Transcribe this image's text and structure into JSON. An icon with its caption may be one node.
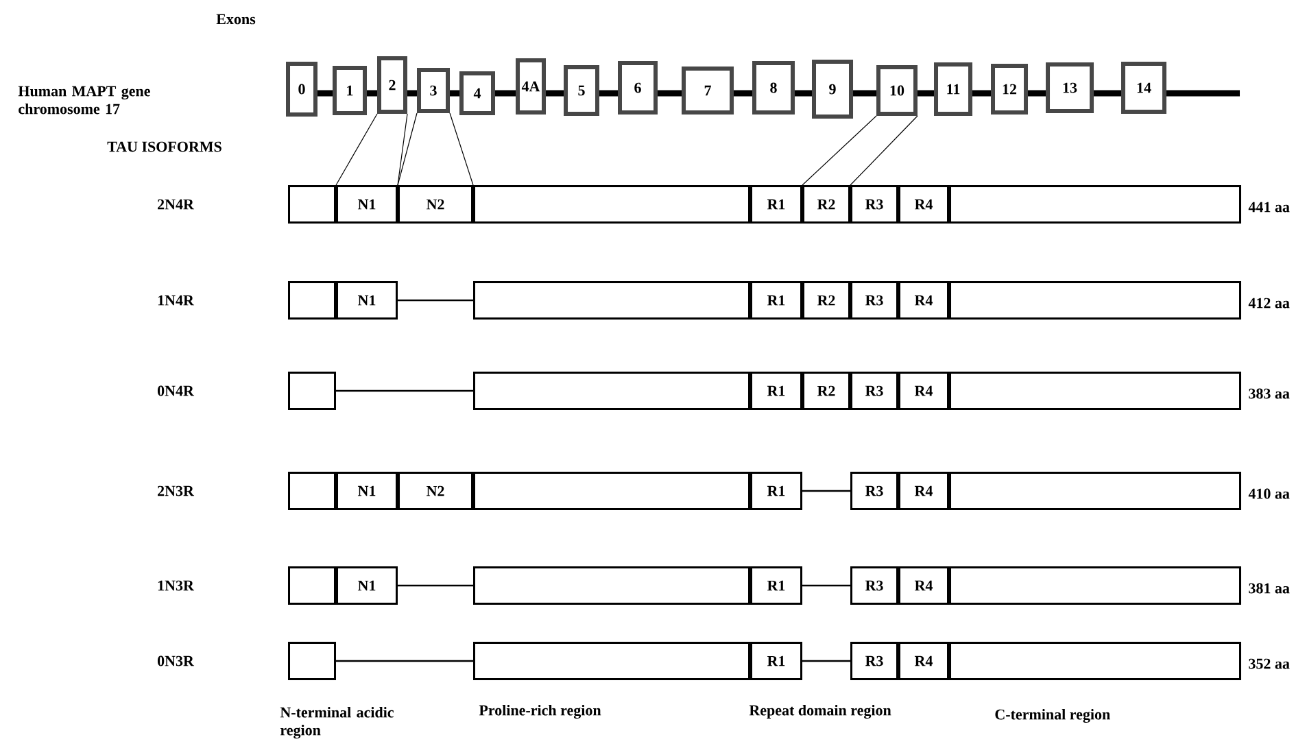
{
  "diagram": {
    "nodes": [
      {
        "text": [
          "0"
        ]
      },
      {
        "text": [
          "1"
        ]
      },
      {
        "text": [
          "2"
        ]
      },
      {
        "text": [
          "3"
        ]
      },
      {
        "text": [
          "4"
        ]
      },
      {
        "text": [
          "4A"
        ]
      },
      {
        "text": [
          "5"
        ]
      },
      {
        "text": [
          "6"
        ]
      },
      {
        "text": [
          "7"
        ]
      },
      {
        "text": [
          "8"
        ]
      },
      {
        "text": [
          "9"
        ]
      },
      {
        "text": [
          "10"
        ]
      },
      {
        "text": [
          "11"
        ]
      },
      {
        "text": [
          "12"
        ]
      },
      {
        "text": [
          "13"
        ]
      },
      {
        "text": [
          "14"
        ]
      },
      {
        "text": [],
        "shape": "box"
      },
      {
        "text": [
          "N1"
        ]
      },
      {
        "text": [
          "N2"
        ]
      },
      {
        "text": [],
        "shape": "box"
      },
      {
        "text": [
          "R1"
        ]
      },
      {
        "text": [
          "R2"
        ]
      },
      {
        "text": [
          "R3"
        ]
      },
      {
        "text": [
          "R4"
        ]
      },
      {
        "text": [],
        "shape": "box",
        "beside": [
          "441 aa"
        ]
      },
      {
        "text": [],
        "shape": "box"
      },
      {
        "text": [
          "N1"
        ]
      },
      {
        "text": [],
        "shape": "box"
      },
      {
        "text": [
          "R1"
        ]
      },
      {
        "text": [
          "R2"
        ]
      },
      {
        "text": [
          "R3"
        ]
      },
      {
        "text": [
          "R4"
        ]
      },
      {
        "text": [],
        "shape": "box",
        "beside": [
          "412 aa"
        ]
      },
      {
        "text": [],
        "shape": "box"
      },
      {
        "text": [],
        "shape": "box"
      },
      {
        "text": [
          "R1"
        ]
      },
      {
        "text": [
          "R2"
        ]
      },
      {
        "text": [
          "R3"
        ]
      },
      {
        "text": [
          "R4"
        ]
      },
      {
        "text": [],
        "shape": "box",
        "beside": [
          "383 aa"
        ]
      },
      {
        "text": [],
        "shape": "box"
      },
      {
        "text": [
          "N1"
        ]
      },
      {
        "text": [
          "N2"
        ]
      },
      {
        "text": [],
        "shape": "box"
      },
      {
        "text": [
          "R1"
        ]
      },
      {
        "text": [
          "R3"
        ]
      },
      {
        "text": [
          "R4"
        ]
      },
      {
        "text": [],
        "shape": "box",
        "beside": [
          "410 aa"
        ]
      },
      {
        "text": [],
        "shape": "box"
      },
      {
        "text": [
          "N1"
        ]
      },
      {
        "text": [],
        "shape": "box"
      },
      {
        "text": [
          "R1"
        ]
      },
      {
        "text": [
          "R3"
        ]
      },
      {
        "text": [
          "R4"
        ]
      },
      {
        "text": [],
        "shape": "box",
        "beside": [
          "381 aa"
        ]
      },
      {
        "text": [],
        "shape": "box"
      },
      {
        "text": [],
        "shape": "box"
      },
      {
        "text": [
          "R1"
        ]
      },
      {
        "text": [
          "R3"
        ]
      },
      {
        "text": [
          "R4"
        ]
      },
      {
        "text": [],
        "shape": "box",
        "beside": [
          "352 aa"
        ]
      }
    ],
    "edges": [
      {
        "from": 0,
        "to": 1,
        "arrow": "none"
      },
      {
        "from": 1,
        "to": 2,
        "arrow": "none"
      },
      {
        "from": 2,
        "to": 3,
        "arrow": "none"
      },
      {
        "from": 3,
        "to": 4,
        "arrow": "none"
      },
      {
        "from": 4,
        "to": 5,
        "arrow": "none"
      },
      {
        "from": 5,
        "to": 6,
        "arrow": "none"
      },
      {
        "from": 6,
        "to": 7,
        "arrow": "none"
      },
      {
        "from": 7,
        "to": 8,
        "arrow": "none"
      },
      {
        "from": 8,
        "to": 9,
        "arrow": "none"
      },
      {
        "from": 9,
        "to": 10,
        "arrow": "none"
      },
      {
        "from": 10,
        "to": 11,
        "arrow": "none"
      },
      {
        "from": 11,
        "to": 12,
        "arrow": "none"
      },
      {
        "from": 12,
        "to": 13,
        "arrow": "none"
      },
      {
        "from": 13,
        "to": 14,
        "arrow": "none"
      },
      {
        "from": 14,
        "to": 15,
        "arrow": "none"
      },
      {
        "from": 15,
        "to": null,
        "arrow": "none"
      },
      {
        "from": 2,
        "to": 17,
        "arrow": "none"
      },
      {
        "from": 2,
        "to": 17,
        "arrow": "none"
      },
      {
        "from": 3,
        "to": 18,
        "arrow": "none"
      },
      {
        "from": 3,
        "to": 18,
        "arrow": "none"
      },
      {
        "from": 11,
        "to": 21,
        "arrow": "none"
      },
      {
        "from": 11,
        "to": 21,
        "arrow": "none"
      },
      {
        "from": 26,
        "to": 27,
        "arrow": "none"
      },
      {
        "from": 33,
        "to": 34,
        "arrow": "none"
      },
      {
        "from": 44,
        "to": 45,
        "arrow": "none"
      },
      {
        "from": 49,
        "to": 50,
        "arrow": "none"
      },
      {
        "from": 51,
        "to": 52,
        "arrow": "none"
      },
      {
        "from": 55,
        "to": 56,
        "arrow": "none"
      },
      {
        "from": 57,
        "to": 58,
        "arrow": "none"
      }
    ],
    "labels": [
      "Exons",
      "Human MAPT gene chromosome 17",
      "TAU ISOFORMS",
      "2N4R",
      "1N4R",
      "0N4R",
      "2N3R",
      "1N3R",
      "0N3R",
      "N-terminal acidic region",
      "Proline-rich region",
      "Repeat domain region",
      "C-terminal region"
    ]
  }
}
